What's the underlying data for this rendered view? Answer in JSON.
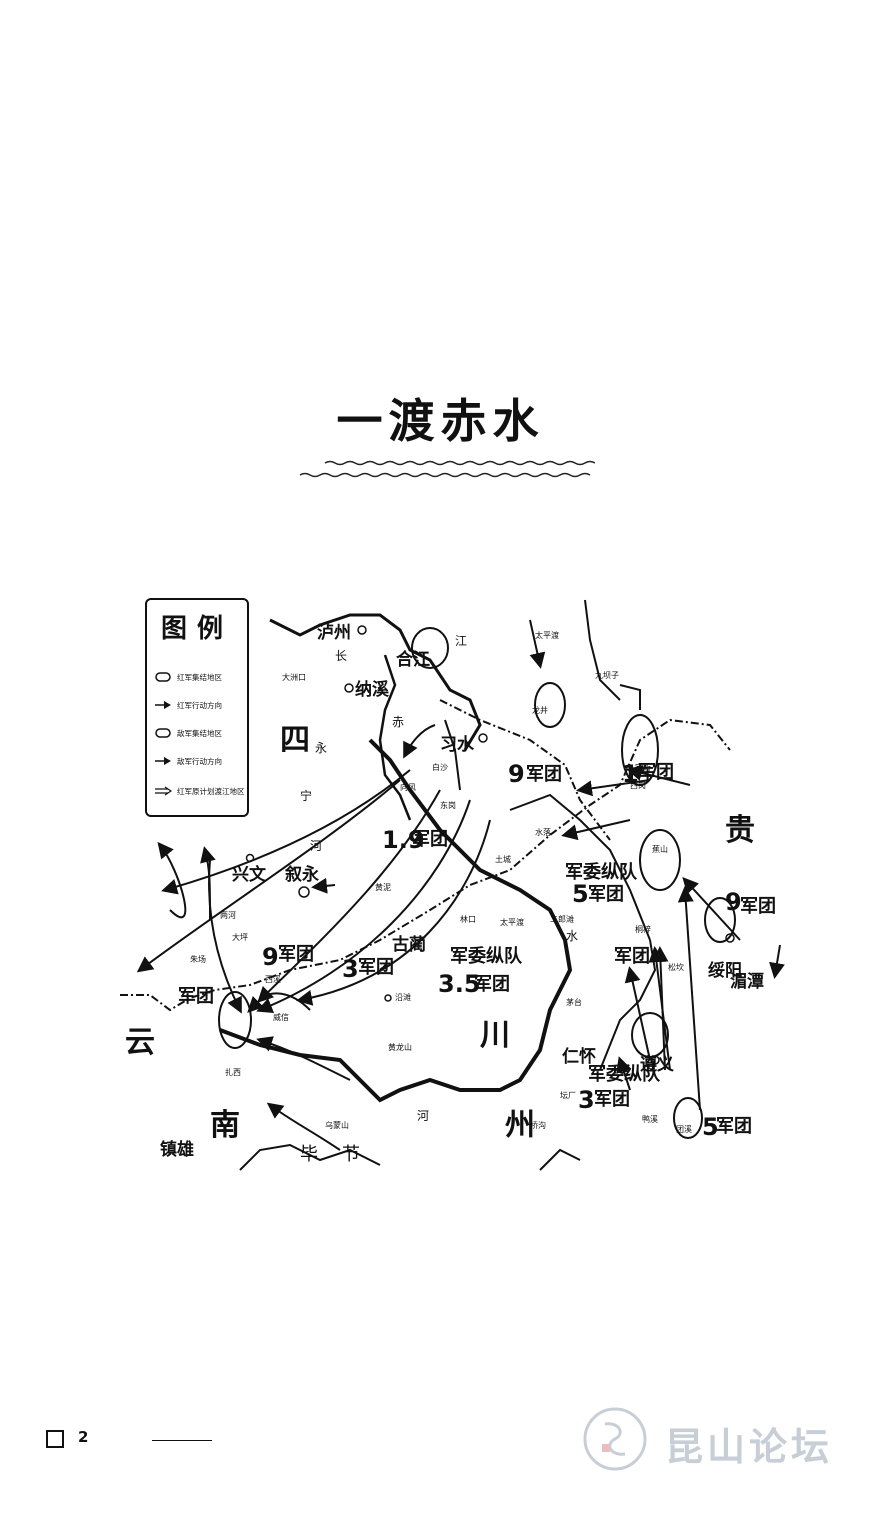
{
  "title": "一渡赤水",
  "legend": {
    "title": "图例",
    "items": [
      {
        "label": "红军集结地区",
        "symbol": "oval"
      },
      {
        "label": "红军行动方向",
        "symbol": "arrow"
      },
      {
        "label": "敌军集结地区",
        "symbol": "oval"
      },
      {
        "label": "敌军行动方向",
        "symbol": "arrow"
      },
      {
        "label": "红军原计划渡江地区",
        "symbol": "double-arrow"
      }
    ]
  },
  "regions": {
    "sichuan_si": "四",
    "guizhou_gui": "贵",
    "yunnan_yun": "云",
    "yunnan_nan": "南",
    "chuan": "川",
    "zhou": "州"
  },
  "cities": {
    "luzhou": "泸州",
    "hejiang": "合江",
    "naxi": "纳溪",
    "xishui": "习水",
    "xingwen": "兴文",
    "xuyong": "叙永",
    "gulin": "古蔺",
    "renhuai": "仁怀",
    "zunyi": "遵义",
    "suiyang": "绥阳",
    "meitan": "湄潭",
    "zhenxiong": "镇雄"
  },
  "rivers": {
    "chang": "长",
    "jiang": "江",
    "yong1": "永",
    "ning": "宁",
    "he1": "河",
    "chi": "赤",
    "shui_xi": "水",
    "shui_chishui": "水",
    "bi": "毕",
    "jie": "节",
    "he2": "河"
  },
  "small_places": {
    "taipingdu": "太平渡",
    "jiuba": "九坝子",
    "dazhu": "大洲口",
    "tucheng": "土城",
    "taipingdu2": "太平渡",
    "erlangtan": "二郎滩",
    "maotai": "茅台",
    "tanchang": "坛厂",
    "yaxi": "鸭溪",
    "tuanxi": "团溪",
    "zhashui": "扎西",
    "weixin": "威信",
    "dingxin": "定新",
    "xiguan": "西岗",
    "longhun": "龙井",
    "jiaoshan": "蕉山",
    "baisha": "白沙",
    "xiangfeng": "向风",
    "dongxia": "东岗",
    "shuiluo": "水落",
    "tongzi": "桐梓",
    "songkan": "松坎",
    "huangjing": "黄泥",
    "lianghe": "两河",
    "dachang": "大坪",
    "zhuchang": "朱场",
    "yantan": "沿滩",
    "linggou": "林口",
    "huanglong": "黄龙山",
    "xixin": "西溪",
    "qiaogou": "桥沟",
    "wumeng": "乌蒙山"
  },
  "units": {
    "u9_top": {
      "num": "9",
      "unit": "军团"
    },
    "u1": {
      "num": "1",
      "unit": "军团"
    },
    "u19": {
      "num": "1.9",
      "unit": "军团"
    },
    "u_junwei1": {
      "num": "",
      "unit": "军委纵队"
    },
    "u5_a": {
      "num": "5",
      "unit": "军团"
    },
    "u9_right": {
      "num": "9",
      "unit": "军团"
    },
    "u9_left": {
      "num": "9",
      "unit": "军团"
    },
    "u3_mid": {
      "num": "3",
      "unit": "军团"
    },
    "u_junwei2": {
      "num": "",
      "unit": "军委纵队"
    },
    "u35": {
      "num": "3.5",
      "unit": "军团"
    },
    "u_jun_right": {
      "num": "",
      "unit": "军团"
    },
    "u_jun_left": {
      "num": "",
      "unit": "军团"
    },
    "u_junwei3": {
      "num": "",
      "unit": "军委纵队"
    },
    "u3_bottom": {
      "num": "3",
      "unit": "军团"
    },
    "u5_bottom": {
      "num": "5",
      "unit": "军团"
    }
  },
  "footer": {
    "page": "2"
  },
  "watermark": {
    "text": "昆山论坛"
  }
}
